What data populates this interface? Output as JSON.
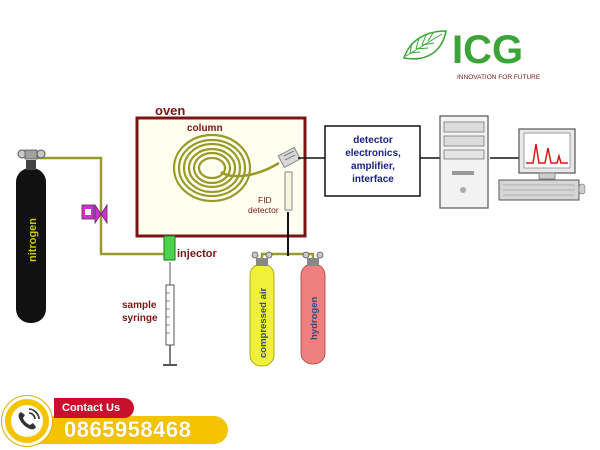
{
  "logo": {
    "name": "ICG",
    "tagline": "INNOVATION FOR FUTURE"
  },
  "labels": {
    "oven": "oven",
    "column": "column",
    "fid": "FID",
    "detector": "detector",
    "injector": "injector",
    "sample": "sample",
    "syringe": "syringe",
    "nitrogen": "nitrogen",
    "compressed_air": "compressed air",
    "hydrogen": "hydrogen",
    "electronics": [
      "detector",
      "electronics,",
      "amplifier,",
      "interface"
    ]
  },
  "contact": {
    "title": "Contact Us",
    "phone": "0865958468"
  },
  "colors": {
    "oven_border": "#7a1515",
    "oven_fill": "#fffff0",
    "gas_line": "#9a9a2a",
    "injector": "#4cd24c",
    "nitrogen_tank": "#111111",
    "air_tank": "#f0f03a",
    "hydrogen_tank": "#f08080",
    "valve": "#cc33cc",
    "peak": "#d81818",
    "logo_green": "#3aa536",
    "brand_red": "#c8102e",
    "brand_yellow": "#f5c400"
  }
}
